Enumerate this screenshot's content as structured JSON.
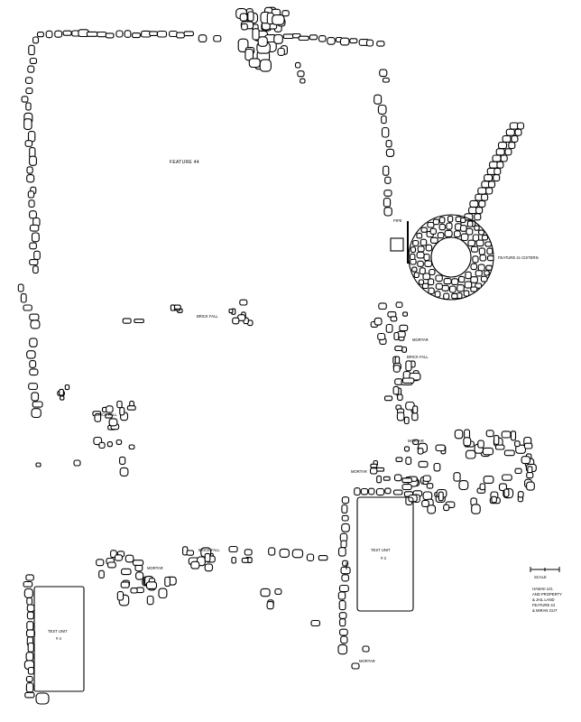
{
  "labels": {
    "feature_a": "FEATURE 44",
    "feature_b": "FEATURE 41 CISTERN",
    "pipe": "PIPE",
    "brick_fall_a": "BRICK FALL",
    "brick_fall_b": "BRICK FALL",
    "brick_fall_c": "BRICK FALL",
    "brick_fall_d": "BRICK FALL",
    "mortar_a": "MORTAR",
    "mortar_b": "MORTAR",
    "mortar_c": "MORTAR",
    "mortar_d": "MORTAR",
    "mortar_e": "MORTAR",
    "test_unit_a_line1": "TEST UNIT",
    "test_unit_a_line2": "# 3",
    "test_unit_b_line1": "TEST UNIT",
    "test_unit_b_line2": "# 4",
    "legend_title": "SCALE",
    "legend_line1": "HAWAII LIG.",
    "legend_line2": "AND PROPERTY",
    "legend_line3": "& JAIL LAND",
    "legend_line4": "FEATURE 44",
    "legend_line5": "& MIRAN GUT"
  },
  "colors": {
    "ink": "#000000",
    "paper": "#ffffff"
  }
}
